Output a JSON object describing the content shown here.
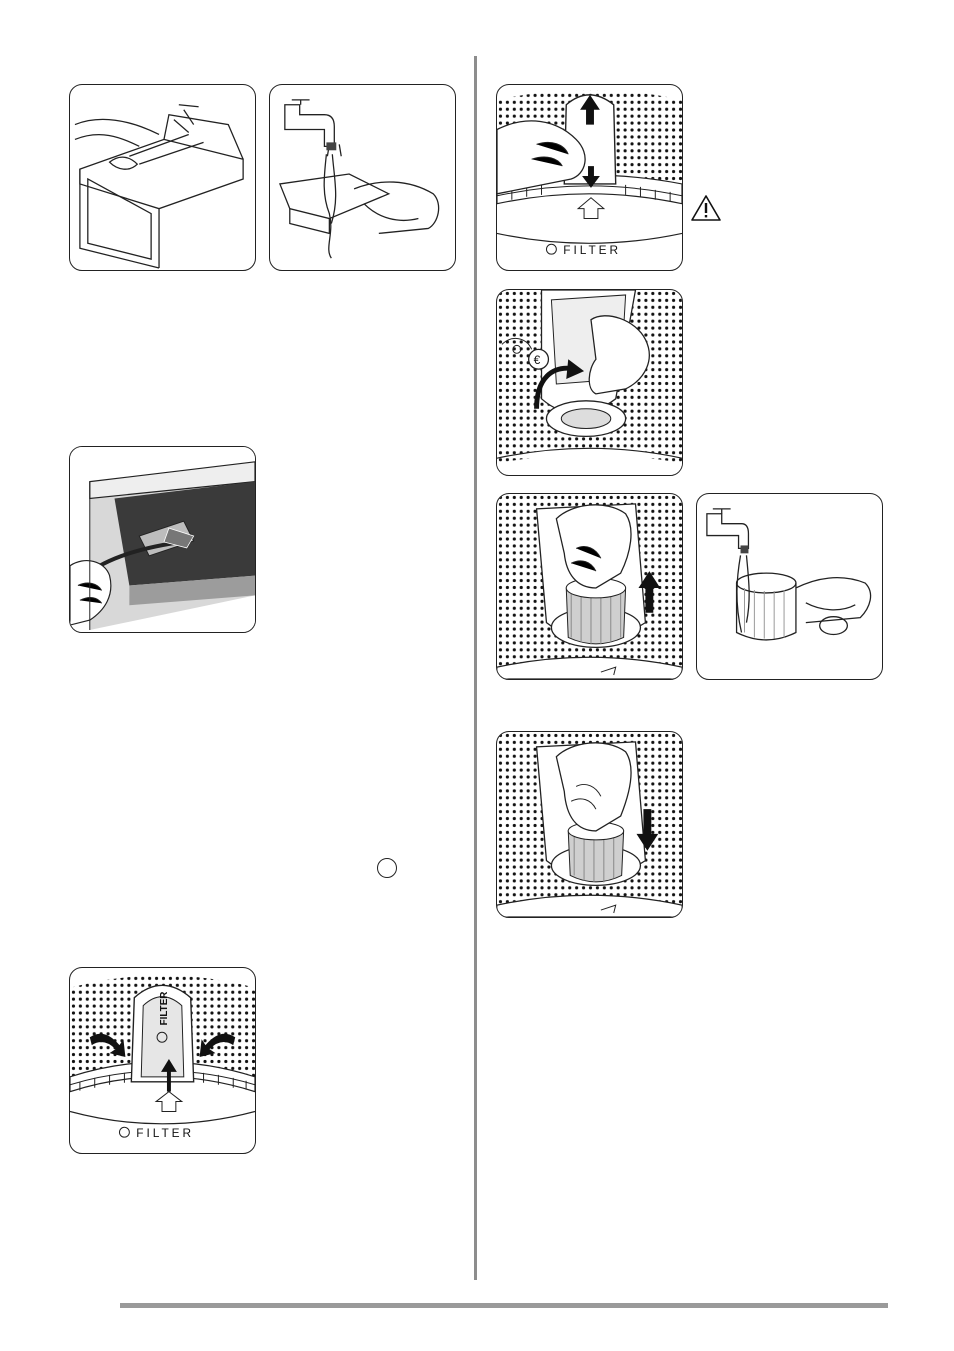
{
  "labels": {
    "filter_word": "FILTER",
    "filter_badge": "FILTER",
    "filter_word_top_right": "FILTER"
  },
  "icons": {
    "warning": "warning-triangle-icon",
    "circle": "circle-marker-icon"
  },
  "colors": {
    "line": "#222222",
    "divider": "#8d8d8d",
    "rule": "#9a9a9a",
    "arrow": "#111111"
  }
}
